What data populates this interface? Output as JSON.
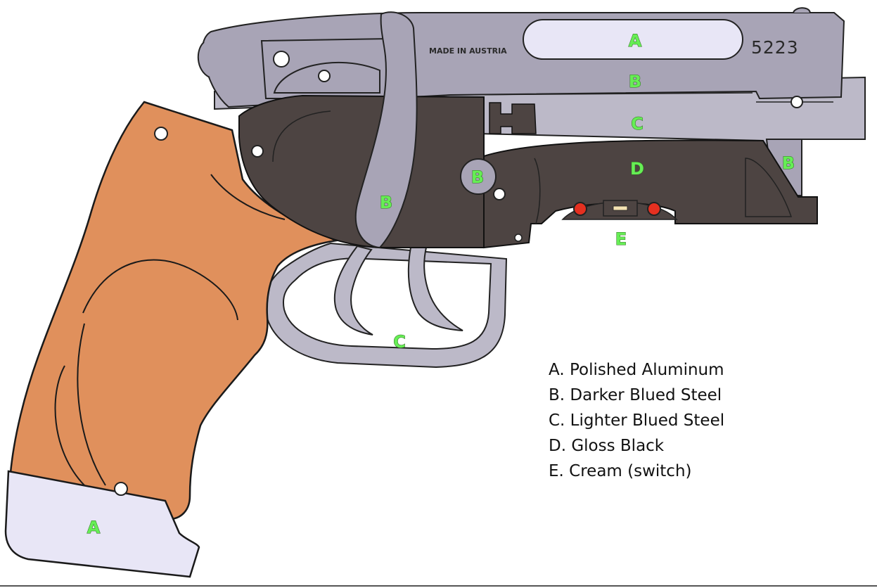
{
  "stamps": {
    "made_in": "MADE IN AUSTRIA",
    "serial": "5223"
  },
  "zone_labels": {
    "A": "A",
    "B": "B",
    "C": "C",
    "D": "D",
    "E": "E"
  },
  "legend": [
    "A.  Polished Aluminum",
    "B.  Darker Blued Steel",
    "C.  Lighter Blued Steel",
    "D.  Gloss Black",
    "E.  Cream (switch)"
  ],
  "colors": {
    "polished_aluminum": "#e8e6f6",
    "darker_blued_steel": "#a8a4b6",
    "lighter_blued_steel": "#bcb9c8",
    "gloss_black": "#4d4442",
    "cream_switch": "#f4e2b2",
    "grip_wood": "#e0905c",
    "accent_led": "#e53020",
    "label_green": "#66ee55"
  }
}
